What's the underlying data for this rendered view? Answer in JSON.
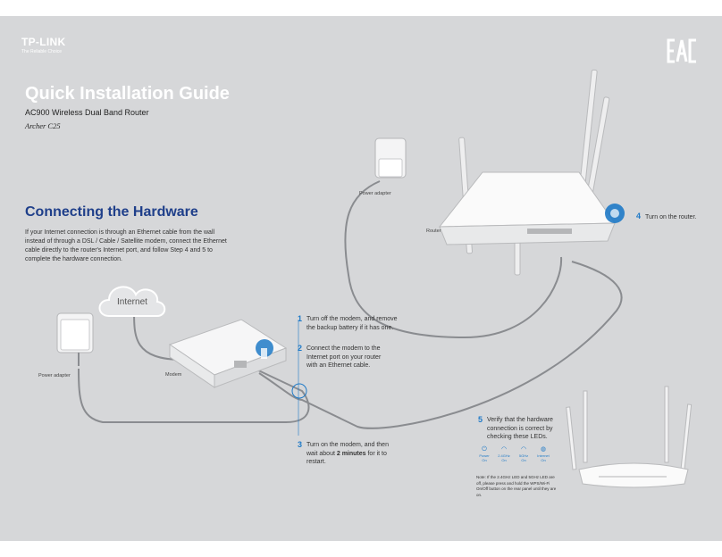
{
  "brand": {
    "name": "TP-LINK",
    "tagline": "The Reliable Choice"
  },
  "cert_mark": "EAC",
  "guide": {
    "title": "Quick Installation Guide",
    "subtitle": "AC900 Wireless Dual Band Router",
    "model": "Archer C25"
  },
  "section": {
    "title": "Connecting the Hardware",
    "intro": "If your Internet connection is through an Ethernet cable from the wall instead of through a DSL / Cable / Satellite modem, connect the Ethernet cable directly to the router's Internet port, and follow Step 4 and 5 to complete the hardware connection."
  },
  "labels": {
    "internet": "Internet",
    "modem": "Modem",
    "router": "Router",
    "power_adapter_left": "Power adapter",
    "power_adapter_top": "Power adapter"
  },
  "steps": [
    {
      "num": "1",
      "text": "Turn off the modem, and remove the backup battery if it has one."
    },
    {
      "num": "2",
      "text": "Connect the modem to the Internet port on your router with an Ethernet cable."
    },
    {
      "num": "3",
      "text_before": "Turn on the modem, and then wait about ",
      "emphasis": "2 minutes",
      "text_after": " for it to restart."
    },
    {
      "num": "4",
      "text": "Turn on the router."
    },
    {
      "num": "5",
      "text": "Verify that the hardware connection is correct by checking these LEDs."
    }
  ],
  "leds": [
    {
      "icon": "power-icon",
      "glyph": "⏻",
      "name": "Power",
      "state": "On"
    },
    {
      "icon": "wifi-icon",
      "glyph": "◠",
      "name": "2.4GHz",
      "state": "On"
    },
    {
      "icon": "wifi-icon",
      "glyph": "◠",
      "name": "5GHz",
      "state": "On"
    },
    {
      "icon": "globe-icon",
      "glyph": "◍",
      "name": "Internet",
      "state": "On"
    }
  ],
  "note": "Note: If the 2.4GHz LED and 5GHz LED are off, please press and hold the WPS/Wi-Fi On/Off button on the rear panel until they are on.",
  "colors": {
    "background": "#d6d7d9",
    "accent": "#1f7ac7",
    "title_blue": "#1f3f8a",
    "cable": "#8a8c90"
  }
}
